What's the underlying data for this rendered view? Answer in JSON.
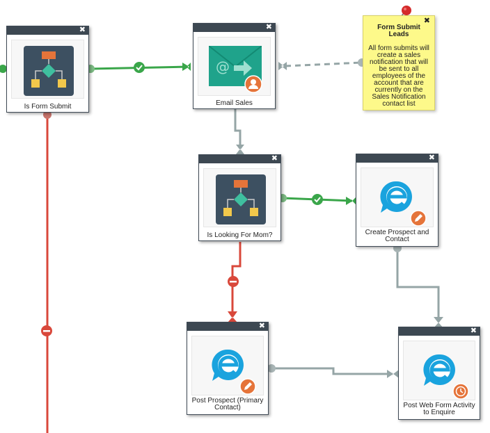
{
  "colors": {
    "success": "#3aa64a",
    "failure": "#d9483b",
    "neutral": "#95a5a6",
    "header": "#3d4852",
    "note_bg": "#fdf98a"
  },
  "nodes": {
    "is_form_submit": {
      "label": "Is Form Submit",
      "icon": "decision-flowchart-icon",
      "close": "✖"
    },
    "email_sales": {
      "label": "Email Sales",
      "icon": "email-icon",
      "badge": "user-group-icon",
      "close": "✖"
    },
    "is_looking_for_mom": {
      "label": "Is Looking For Mom?",
      "icon": "decision-flowchart-icon",
      "close": "✖"
    },
    "create_prospect": {
      "label": "Create Prospect and Contact",
      "icon": "e-logo-icon",
      "badge": "pencil-icon",
      "close": "✖"
    },
    "post_prospect": {
      "label": "Post Prospect (Primary Contact)",
      "icon": "e-logo-icon",
      "badge": "pencil-icon",
      "close": "✖"
    },
    "post_web_form": {
      "label": "Post Web Form Activity to Enquire",
      "icon": "e-logo-icon",
      "badge": "clock-icon",
      "close": "✖"
    }
  },
  "note": {
    "title": "Form Submit Leads",
    "body": "All form submits will create a sales notification that will be sent to all employees of the account that are currently on the Sales Notification contact list",
    "close": "✖",
    "icon": "pushpin-icon"
  }
}
